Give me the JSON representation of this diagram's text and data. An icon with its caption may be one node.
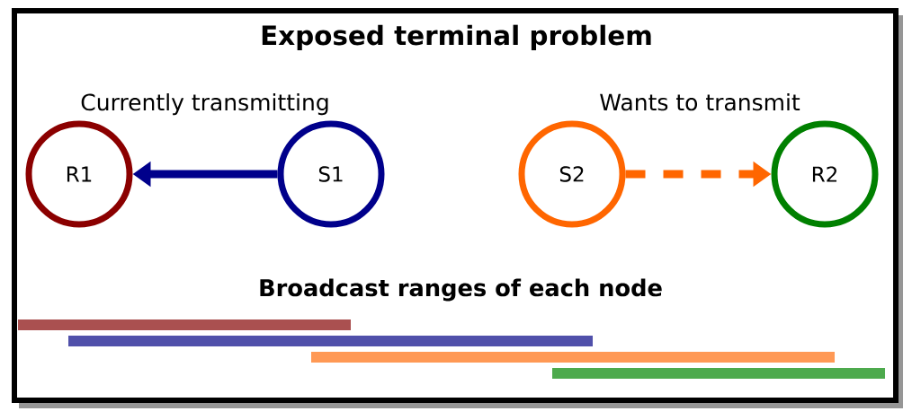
{
  "diagram": {
    "title": "Exposed terminal problem",
    "nodes": [
      {
        "text": [
          "R1"
        ]
      },
      {
        "text": [
          "S1"
        ]
      },
      {
        "text": [
          "S2"
        ]
      },
      {
        "text": [
          "R2"
        ]
      }
    ],
    "edges": [
      {
        "from": 1,
        "to": 0,
        "arrow": "to",
        "color": "#00008b"
      },
      {
        "from": 2,
        "to": 3,
        "arrow": "to",
        "style": "dashed",
        "color": "#ff6600"
      }
    ],
    "labels": [
      "Currently transmitting",
      "Wants to transmit",
      "Broadcast ranges of each node"
    ]
  }
}
